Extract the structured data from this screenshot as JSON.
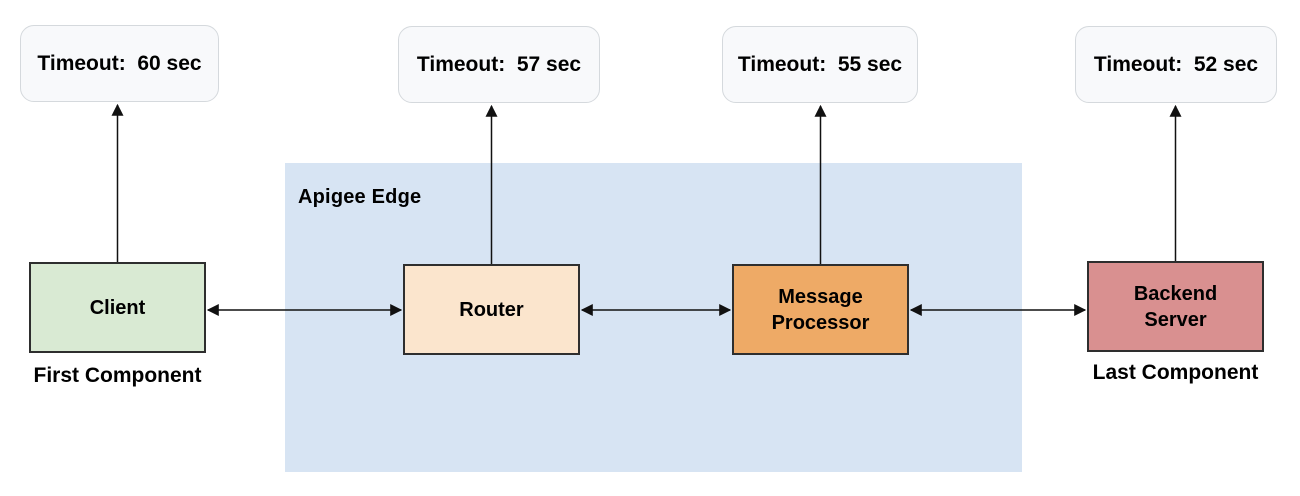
{
  "diagram": {
    "region": {
      "label": "Apigee Edge",
      "fill": "#d7e4f3"
    },
    "components": {
      "client": {
        "label": "Client",
        "caption": "First Component",
        "timeout_label": "Timeout:  60 sec",
        "timeout_sec": 60,
        "fill": "#d9ead3"
      },
      "router": {
        "label": "Router",
        "timeout_label": "Timeout:  57 sec",
        "timeout_sec": 57,
        "fill": "#fbe5cd"
      },
      "message_processor": {
        "label": "Message Processor",
        "timeout_label": "Timeout:  55 sec",
        "timeout_sec": 55,
        "fill": "#eeaa66"
      },
      "backend_server": {
        "label": "Backend Server",
        "caption": "Last Component",
        "timeout_label": "Timeout:  52 sec",
        "timeout_sec": 52,
        "fill": "#d99090"
      }
    },
    "styles": {
      "timeout_box_fill": "#f8f9fb",
      "timeout_box_border": "#d5d9dd",
      "component_border": "#2e2e2e",
      "arrow_color": "#111111",
      "background": "#ffffff"
    }
  }
}
